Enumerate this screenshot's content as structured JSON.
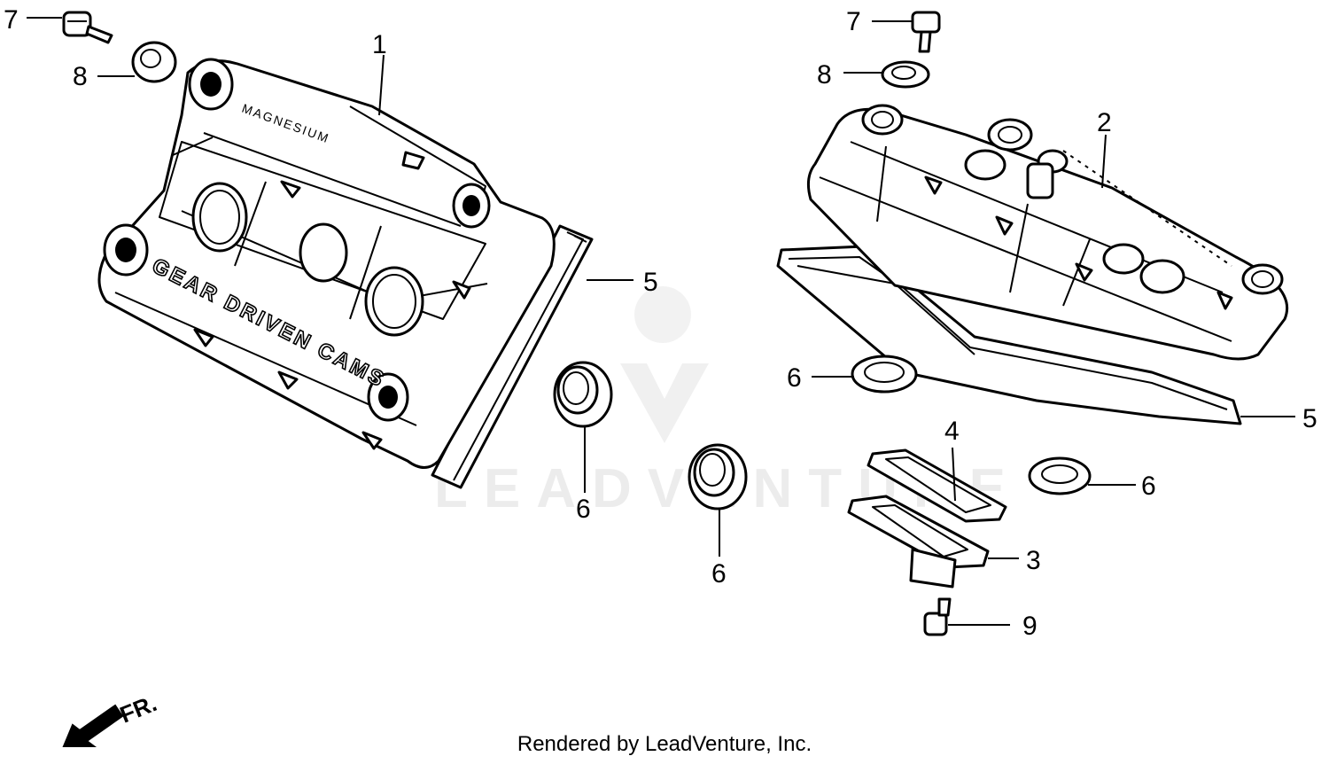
{
  "watermark": "LEADVENTURE",
  "footer": "Rendered by LeadVenture, Inc.",
  "direction_label": "FR.",
  "left_cover": {
    "top_text": "MAGNESIUM",
    "side_text": "GEAR DRIVEN CAMS"
  },
  "callouts": {
    "c1": "1",
    "c2": "2",
    "c3": "3",
    "c4": "4",
    "c5a": "5",
    "c5b": "5",
    "c6a": "6",
    "c6b": "6",
    "c6c": "6",
    "c6d": "6",
    "c7a": "7",
    "c7b": "7",
    "c8a": "8",
    "c8b": "8",
    "c9": "9"
  }
}
